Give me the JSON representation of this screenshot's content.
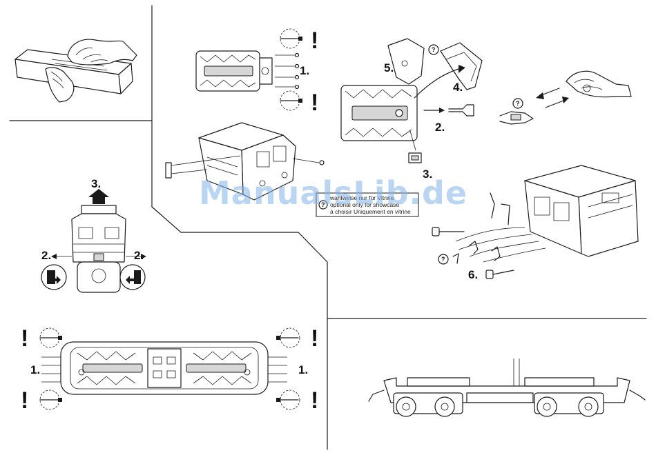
{
  "watermark": "ManualsLib.de",
  "steps": {
    "s1_top": "1.",
    "s3_top": "3.",
    "s2_left": "2.",
    "s2_right": "2.",
    "s5": "5.",
    "s4": "4.",
    "s2_mid": "2.",
    "s3_mid": "3.",
    "s6": "6.",
    "s1_bl": "1.",
    "s1_br": "1."
  },
  "warning_mark": "!",
  "question_mark": "?",
  "display_box": {
    "lines": [
      "wahlweise nur für Vitrine",
      "optional only for showcase",
      "à choisir Uniquement en vitrine"
    ]
  },
  "colors": {
    "ink": "#1a1a1a",
    "watermark": "#7fb2e8",
    "paper": "#ffffff"
  }
}
